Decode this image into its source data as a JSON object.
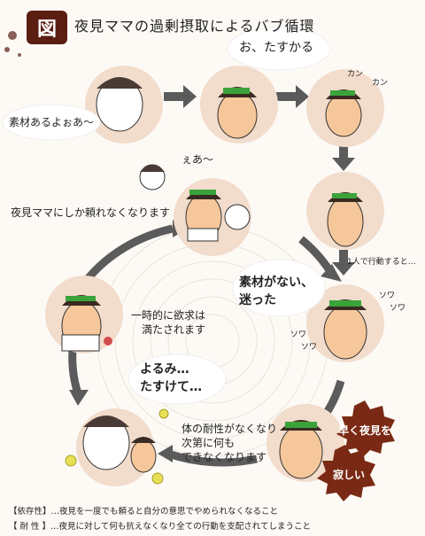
{
  "title": {
    "badge": "図",
    "text": "夜見ママの過剰摂取によるバブ循環"
  },
  "labels": {
    "material_ok": "素材あるよぉあ〜",
    "helped": "お、たすかる",
    "kan1": "カン",
    "kan2": "カン",
    "ea": "ぇあ〜",
    "only_yomi": "夜見ママにしか頼れなくなります",
    "alone": "1人で行動すると…",
    "no_material1": "素材がない、",
    "no_material2": "迷った",
    "sowa1": "ソワ",
    "sowa2": "ソワ",
    "sowa3": "ソワ",
    "sowa4": "ソワ",
    "satisfied1": "一時的に欲求は",
    "satisfied2": "満たされます",
    "help1": "よるみ…",
    "help2": "たすけて…",
    "lose1": "体の耐性がなくなり",
    "lose2": "次第に何も",
    "lose3": "できなくなります",
    "want": "早く夜見を",
    "lonely": "寂しい"
  },
  "footer": {
    "line1": "【依存性】…夜見を一度でも頼ると自分の意思でやめられなくなること",
    "line2": "【 耐 性 】…夜見に対して何も抗えなくなり全ての行動を支配されてしまうこと"
  },
  "colors": {
    "badge": "#5a1e12",
    "skin": "#f6c79a",
    "hair": "#3a2a22",
    "band": "#3aa33a",
    "star": "#7a2a14",
    "arrow": "#5b5b5b",
    "circle": "#f2dccc"
  }
}
